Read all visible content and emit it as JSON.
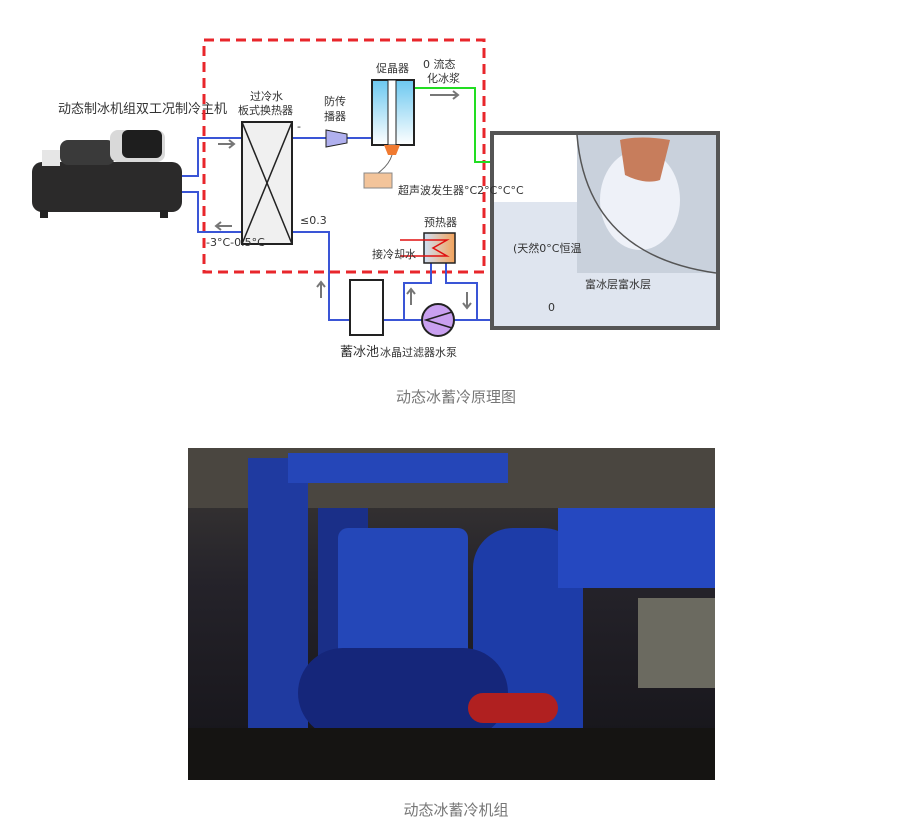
{
  "diagram": {
    "chiller_label": "动态制冰机组双工况制冷主机",
    "hx_label_1": "过冷水",
    "hx_label_2": "板式换热器",
    "anti_label_1": "防传",
    "anti_label_2": "播器",
    "promoter_label": "促晶器",
    "slurry_label_1": "0  流态",
    "slurry_label_2": "化冰浆",
    "ultrasonic_label": "超声波发生器°C2°C°C°C",
    "preheater_label": "预热器",
    "cooling_water_label": "接冷却水",
    "temp_range_label": "-3°C-0.5°C",
    "le_label": "≤0.3",
    "dash_label": "-",
    "tank_note": "(天然0°C恒温",
    "layers_label": "富冰层富水层",
    "zero_label": "0",
    "pool_label": "蓄冰池",
    "filter_pump_label": "冰晶过滤器水泵"
  },
  "captions": {
    "diagram": "动态冰蓄冷原理图",
    "photo": "动态冰蓄冷机组"
  },
  "colors": {
    "dashed_box": "#e8262b",
    "pipe_blue": "#3a55d6",
    "pipe_green": "#22dd22",
    "tank_border": "#555555"
  }
}
